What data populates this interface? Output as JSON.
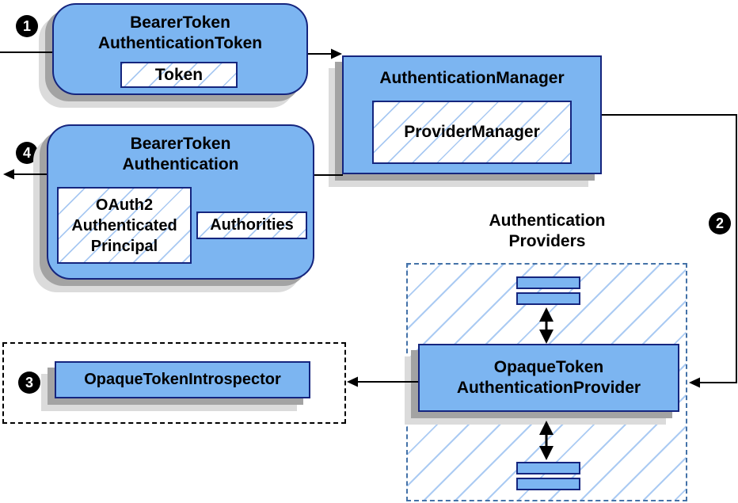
{
  "badges": {
    "one": "1",
    "two": "2",
    "three": "3",
    "four": "4"
  },
  "nodes": {
    "bearer_token_authentication_token": {
      "title": [
        "BearerToken",
        "AuthenticationToken"
      ],
      "inner_label": "Token"
    },
    "authentication_manager": {
      "title": "AuthenticationManager",
      "inner_label": "ProviderManager"
    },
    "bearer_token_authentication": {
      "title": [
        "BearerToken",
        "Authentication"
      ],
      "principal_label": [
        "OAuth2",
        "Authenticated",
        "Principal"
      ],
      "authorities_label": "Authorities"
    },
    "authentication_providers_group": {
      "title": [
        "Authentication",
        "Providers"
      ]
    },
    "opaque_token_authentication_provider": {
      "title": [
        "OpaqueToken",
        "AuthenticationProvider"
      ]
    },
    "opaque_token_introspector": {
      "title": "OpaqueTokenIntrospector"
    }
  },
  "colors": {
    "node_fill": "#7CB5F1",
    "node_border": "#15257E",
    "hatch_line": "#A9C9F2",
    "shadow_dark": "#A3A3A3",
    "shadow_light": "#DBDBDB",
    "providers_dash_border": "#4472A8",
    "introspector_dash_border": "#000000",
    "connector": "#000000",
    "badge_background": "#000000",
    "badge_text": "#FFFFFF"
  }
}
